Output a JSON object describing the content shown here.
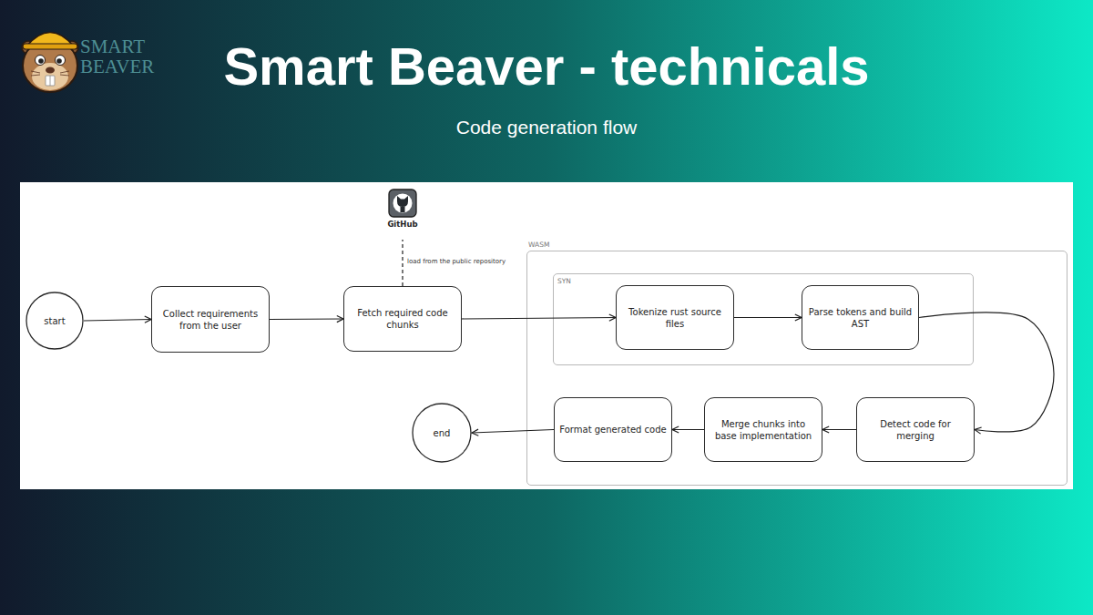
{
  "diagram": {
    "title": "Smart Beaver - technicals",
    "caption": "Code generation flow",
    "nodes": [
      {
        "text": [
          "start"
        ]
      },
      {
        "text": [
          "Collect requirements from the user"
        ]
      },
      {
        "text": [
          "Fetch required code chunks"
        ]
      },
      {
        "text": [
          "GitHub"
        ]
      },
      {
        "text": [
          "WASM"
        ]
      },
      {
        "text": [
          "SYN"
        ],
        "in": 4
      },
      {
        "text": [
          "Tokenize rust source files"
        ],
        "in": 5
      },
      {
        "text": [
          "Parse tokens and build AST"
        ],
        "in": 5
      },
      {
        "text": [
          "Detect code for merging"
        ],
        "in": 4
      },
      {
        "text": [
          "Merge chunks into base implementation"
        ],
        "in": 4
      },
      {
        "text": [
          "Format generated code"
        ],
        "in": 4
      },
      {
        "text": [
          "end"
        ]
      }
    ],
    "edges": [
      {
        "from": 0,
        "to": 1,
        "arrow": "to"
      },
      {
        "from": 1,
        "to": 2,
        "arrow": "to"
      },
      {
        "from": 2,
        "to": 3,
        "label": "load from the public repository",
        "arrow": "none"
      },
      {
        "from": 2,
        "to": 6,
        "arrow": "to"
      },
      {
        "from": 6,
        "to": 7,
        "arrow": "to"
      },
      {
        "from": 7,
        "to": 8,
        "arrow": "to"
      },
      {
        "from": 8,
        "to": 9,
        "arrow": "to"
      },
      {
        "from": 9,
        "to": 10,
        "arrow": "to"
      },
      {
        "from": 10,
        "to": 11,
        "arrow": "to"
      }
    ],
    "labels": [
      "SMART BEAVER"
    ]
  }
}
